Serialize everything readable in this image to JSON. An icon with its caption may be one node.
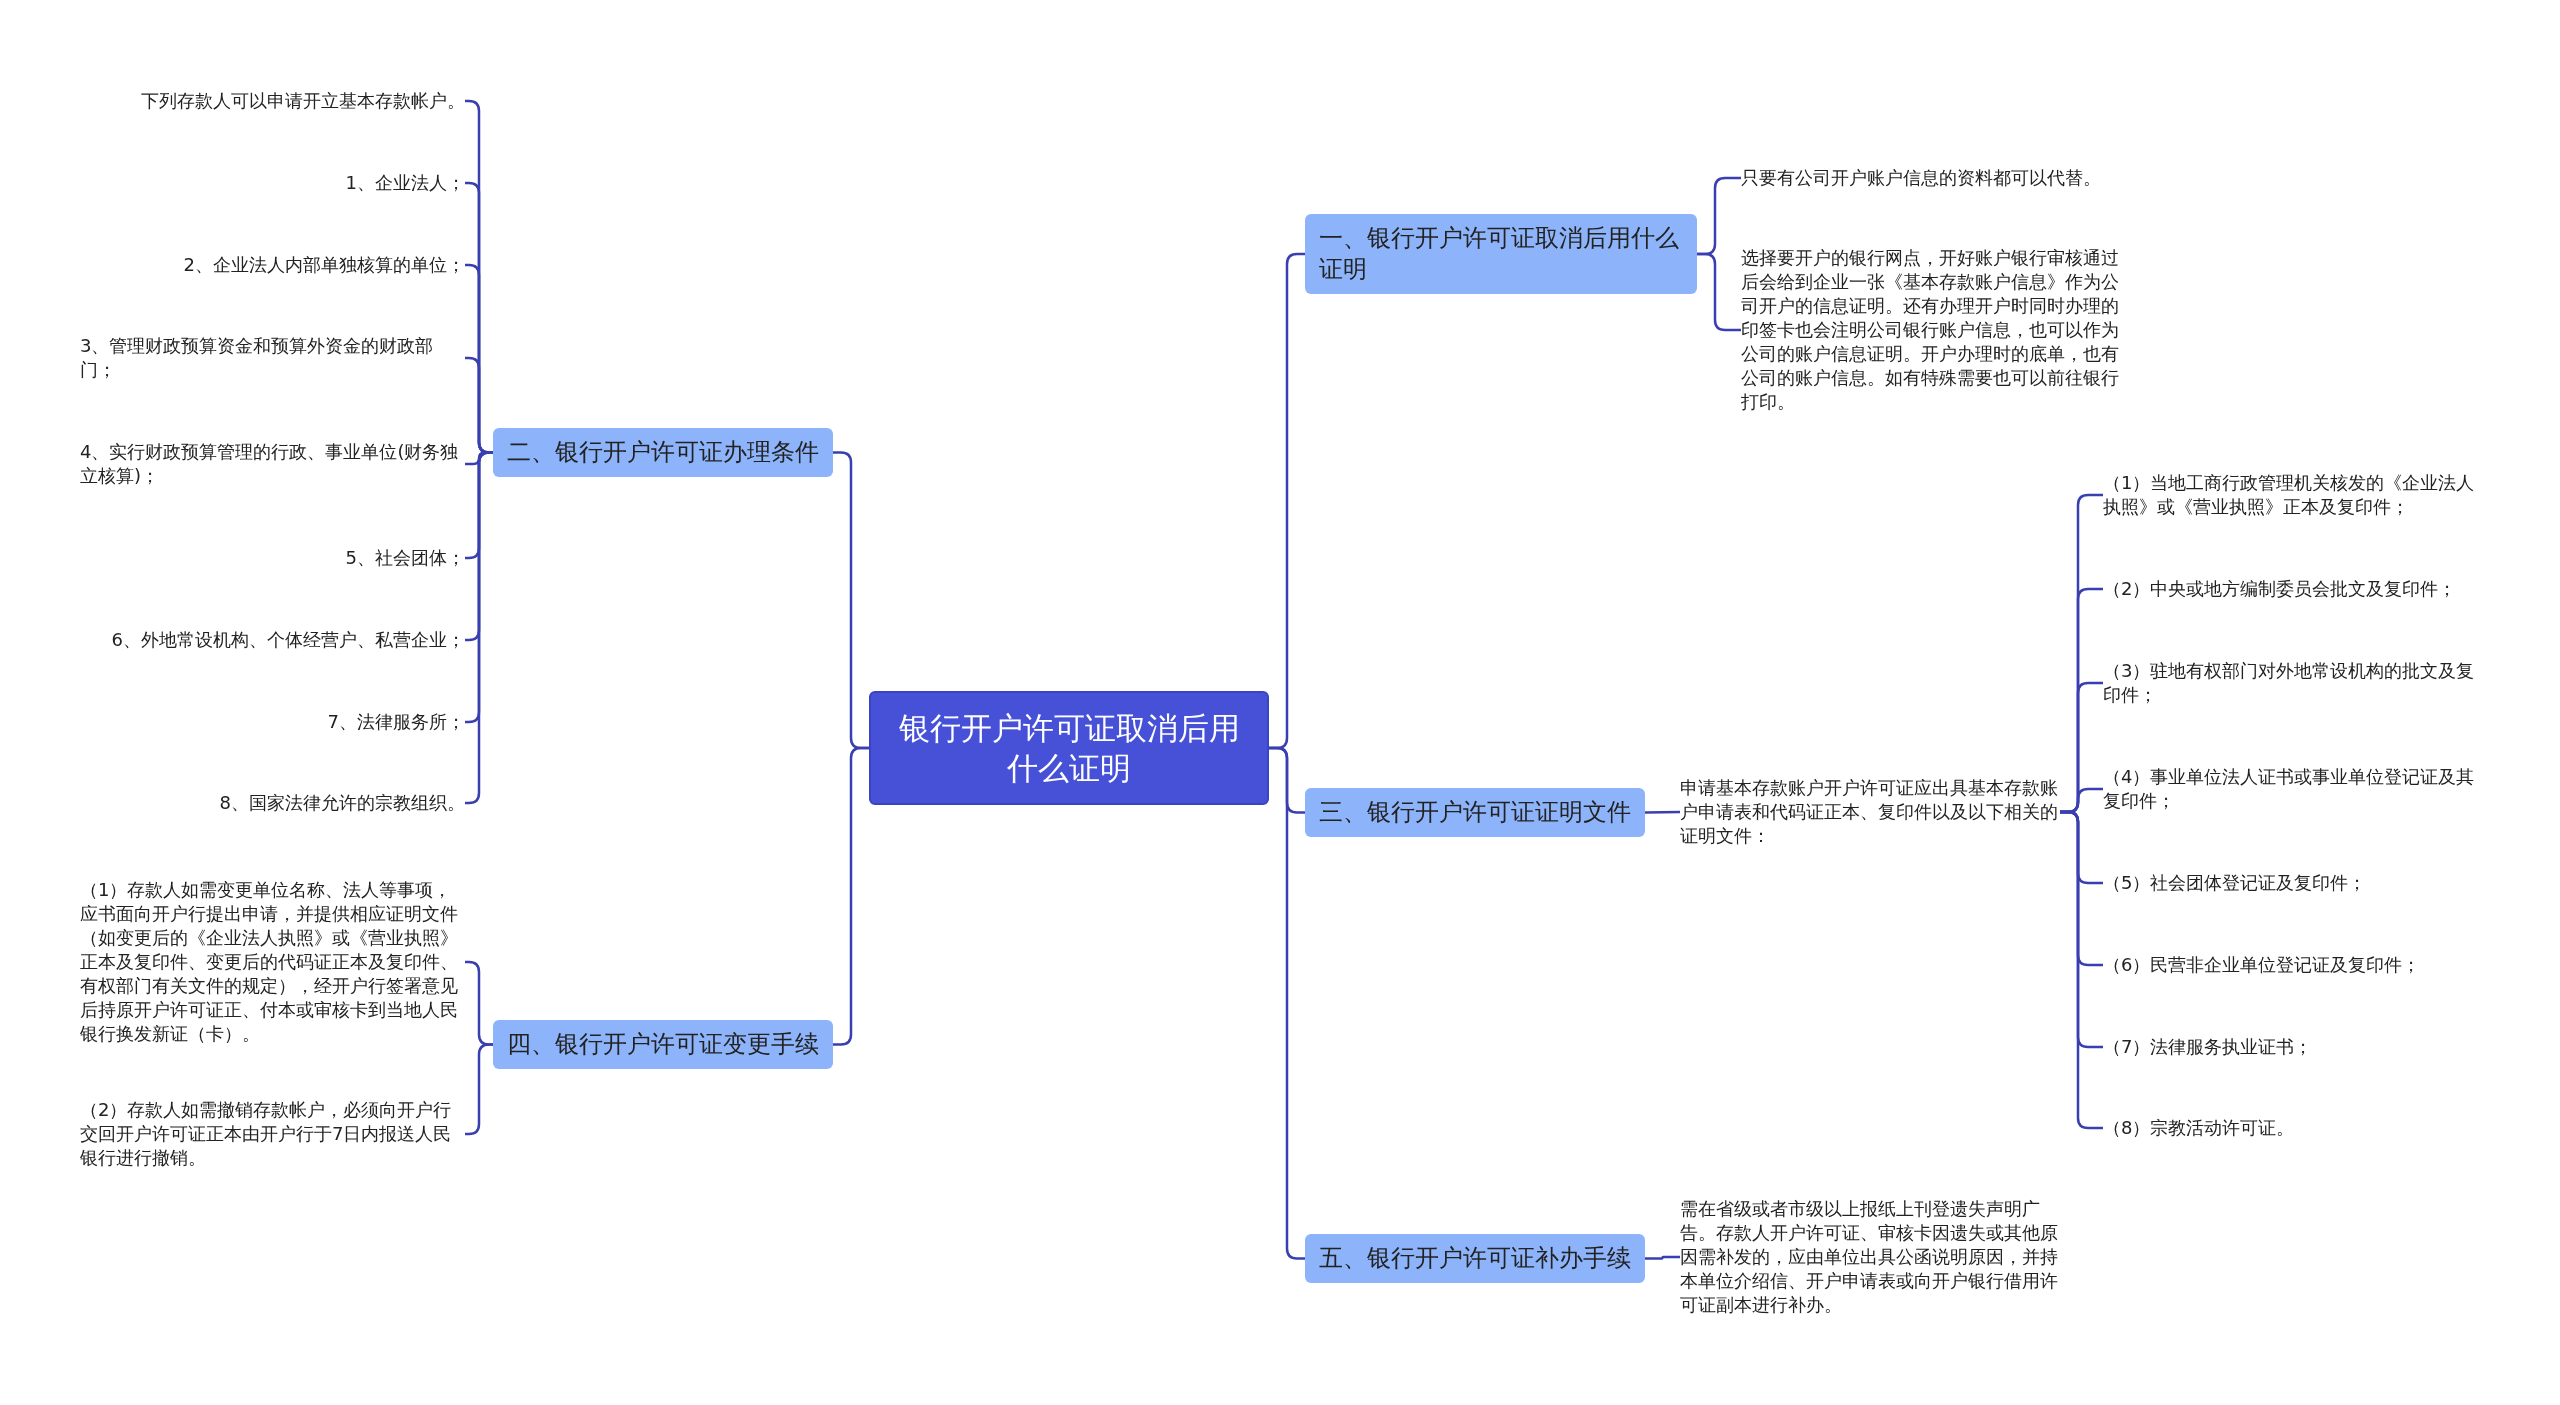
{
  "diagram": {
    "nodes": [
      {
        "text": [
          "银行开户许可证取消后用什么证明"
        ]
      },
      {
        "text": [
          "一、银行开户许可证取消后用什么证明"
        ]
      },
      {
        "text": [
          "只要有公司开户账户信息的资料都可以代替。"
        ]
      },
      {
        "text": [
          "选择要开户的银行网点，开好账户银行审核通过后会给到企业一张《基本存款账户信息》作为公司开户的信息证明。还有办理开户时同时办理的印签卡也会注明公司银行账户信息，也可以作为公司的账户信息证明。开户办理时的底单，也有公司的账户信息。如有特殊需要也可以前往银行打印。"
        ]
      },
      {
        "text": [
          "三、银行开户许可证证明文件"
        ]
      },
      {
        "text": [
          "申请基本存款账户开户许可证应出具基本存款账户申请表和代码证正本、复印件以及以下相关的证明文件："
        ]
      },
      {
        "text": [
          "（1）当地工商行政管理机关核发的《企业法人执照》或《营业执照》正本及复印件；"
        ]
      },
      {
        "text": [
          "（2）中央或地方编制委员会批文及复印件；"
        ]
      },
      {
        "text": [
          "（3）驻地有权部门对外地常设机构的批文及复印件；"
        ]
      },
      {
        "text": [
          "（4）事业单位法人证书或事业单位登记证及其复印件；"
        ]
      },
      {
        "text": [
          "（5）社会团体登记证及复印件；"
        ]
      },
      {
        "text": [
          "（6）民营非企业单位登记证及复印件；"
        ]
      },
      {
        "text": [
          "（7）法律服务执业证书；"
        ]
      },
      {
        "text": [
          "（8）宗教活动许可证。"
        ]
      },
      {
        "text": [
          "五、银行开户许可证补办手续"
        ]
      },
      {
        "text": [
          "需在省级或者市级以上报纸上刊登遗失声明广告。存款人开户许可证、审核卡因遗失或其他原因需补发的，应由单位出具公函说明原因，并持本单位介绍信、开户申请表或向开户银行借用许可证副本进行补办。"
        ]
      },
      {
        "text": [
          "二、银行开户许可证办理条件"
        ]
      },
      {
        "text": [
          "下列存款人可以申请开立基本存款帐户。"
        ]
      },
      {
        "text": [
          "1、企业法人；"
        ]
      },
      {
        "text": [
          "2、企业法人内部单独核算的单位；"
        ]
      },
      {
        "text": [
          "3、管理财政预算资金和预算外资金的财政部门；"
        ]
      },
      {
        "text": [
          "4、实行财政预算管理的行政、事业单位(财务独立核算)；"
        ]
      },
      {
        "text": [
          "5、社会团体；"
        ]
      },
      {
        "text": [
          "6、外地常设机构、个体经营户、私营企业；"
        ]
      },
      {
        "text": [
          "7、法律服务所；"
        ]
      },
      {
        "text": [
          "8、国家法律允许的宗教组织。"
        ]
      },
      {
        "text": [
          "四、银行开户许可证变更手续"
        ]
      },
      {
        "text": [
          "（1）存款人如需变更单位名称、法人等事项，应书面向开户行提出申请，并提供相应证明文件（如变更后的《企业法人执照》或《营业执照》正本及复印件、变更后的代码证正本及复印件、有权部门有关文件的规定），经开户行签署意见后持原开户许可证正、付本或审核卡到当地人民银行换发新证（卡）。"
        ]
      },
      {
        "text": [
          "（2）存款人如需撤销存款帐户，必须向开户行交回开户许可证正本由开户行于7日内报送人民银行进行撤销。"
        ]
      }
    ],
    "edges": [
      {
        "from": 0,
        "to": 1,
        "arrow": "none"
      },
      {
        "from": 1,
        "to": 2,
        "arrow": "none"
      },
      {
        "from": 1,
        "to": 3,
        "arrow": "none"
      },
      {
        "from": 0,
        "to": 4,
        "arrow": "none"
      },
      {
        "from": 4,
        "to": 5,
        "arrow": "none"
      },
      {
        "from": 5,
        "to": 6,
        "arrow": "none"
      },
      {
        "from": 5,
        "to": 7,
        "arrow": "none"
      },
      {
        "from": 5,
        "to": 8,
        "arrow": "none"
      },
      {
        "from": 5,
        "to": 9,
        "arrow": "none"
      },
      {
        "from": 5,
        "to": 10,
        "arrow": "none"
      },
      {
        "from": 5,
        "to": 11,
        "arrow": "none"
      },
      {
        "from": 5,
        "to": 12,
        "arrow": "none"
      },
      {
        "from": 5,
        "to": 13,
        "arrow": "none"
      },
      {
        "from": 0,
        "to": 14,
        "arrow": "none"
      },
      {
        "from": 14,
        "to": 15,
        "arrow": "none"
      },
      {
        "from": 0,
        "to": 16,
        "arrow": "none"
      },
      {
        "from": 16,
        "to": 17,
        "arrow": "none"
      },
      {
        "from": 16,
        "to": 18,
        "arrow": "none"
      },
      {
        "from": 16,
        "to": 19,
        "arrow": "none"
      },
      {
        "from": 16,
        "to": 20,
        "arrow": "none"
      },
      {
        "from": 16,
        "to": 21,
        "arrow": "none"
      },
      {
        "from": 16,
        "to": 22,
        "arrow": "none"
      },
      {
        "from": 16,
        "to": 23,
        "arrow": "none"
      },
      {
        "from": 16,
        "to": 24,
        "arrow": "none"
      },
      {
        "from": 16,
        "to": 25,
        "arrow": "none"
      },
      {
        "from": 0,
        "to": 26,
        "arrow": "none"
      },
      {
        "from": 26,
        "to": 27,
        "arrow": "none"
      },
      {
        "from": 26,
        "to": 28,
        "arrow": "none"
      }
    ]
  }
}
